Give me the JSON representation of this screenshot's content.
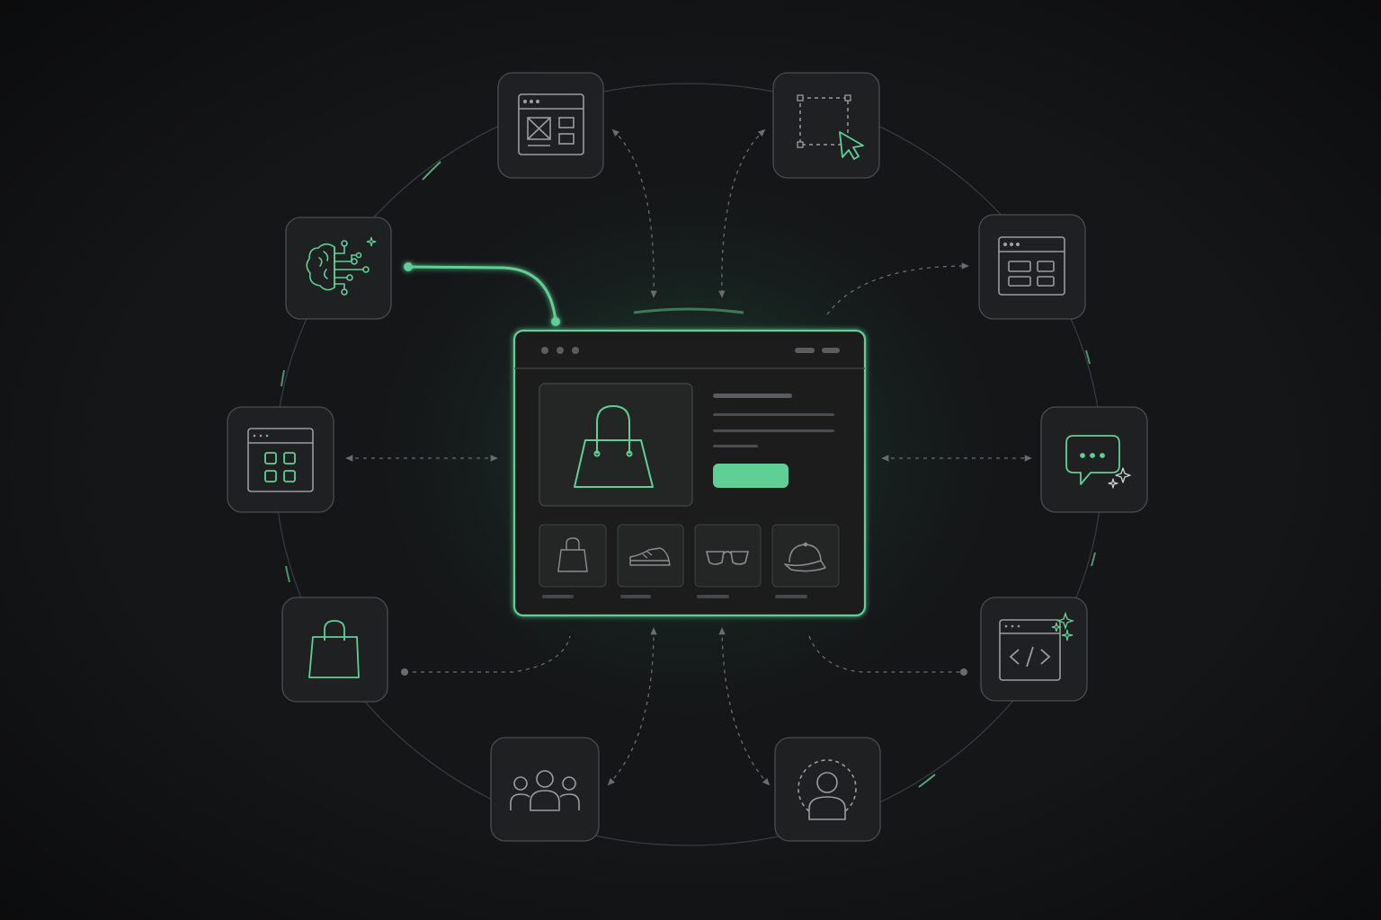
{
  "colors": {
    "background": "#151618",
    "card_fill": "#1f2022",
    "card_stroke": "#4a4c4f",
    "accent": "#5fcf96",
    "muted_line": "#5a5c60",
    "icon_gray": "#9a9c9f"
  },
  "hub": {
    "kind": "product-page-browser-window",
    "main_product_icon": "handbag-icon",
    "has_cta_button": true,
    "thumbnails": [
      "small-bag-icon",
      "shoe-icon",
      "glasses-icon",
      "cap-icon"
    ]
  },
  "nodes": [
    {
      "id": "wireframe",
      "icon": "layout-wireframe-icon",
      "highlight": false
    },
    {
      "id": "selection",
      "icon": "selection-cursor-icon",
      "highlight": true
    },
    {
      "id": "ai-brain",
      "icon": "ai-brain-icon",
      "highlight": true,
      "active_link": true
    },
    {
      "id": "layout-blocks",
      "icon": "layout-blocks-icon",
      "highlight": false
    },
    {
      "id": "app-grid",
      "icon": "app-grid-icon",
      "highlight": true
    },
    {
      "id": "ai-chat",
      "icon": "chat-sparkle-icon",
      "highlight": true
    },
    {
      "id": "shopping-bag",
      "icon": "shopping-bag-icon",
      "highlight": true
    },
    {
      "id": "code-ai",
      "icon": "code-sparkle-icon",
      "highlight": false
    },
    {
      "id": "team",
      "icon": "team-icon",
      "highlight": false
    },
    {
      "id": "user-profile",
      "icon": "user-profile-icon",
      "highlight": false
    }
  ]
}
